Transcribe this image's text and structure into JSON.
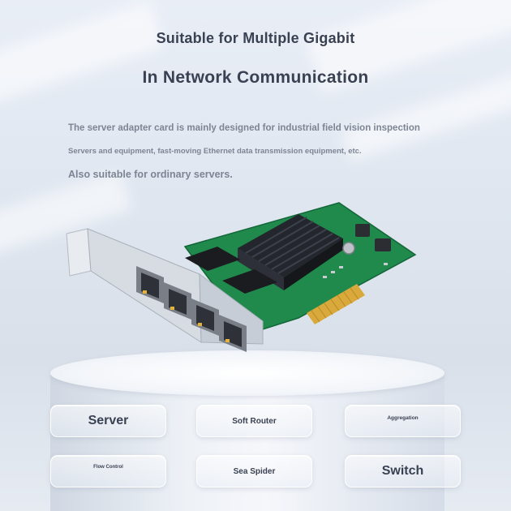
{
  "headline": {
    "line1": "Suitable for Multiple Gigabit",
    "line2": "In Network Communication"
  },
  "description": {
    "line1": "The server adapter card is mainly designed for industrial field vision inspection",
    "line2": "Servers and equipment, fast-moving Ethernet data transmission equipment, etc.",
    "line3": "Also suitable for ordinary servers."
  },
  "applications": [
    {
      "label": "Server"
    },
    {
      "label": "Soft Router"
    },
    {
      "label": "Aggregation"
    },
    {
      "label": "Flow Control"
    },
    {
      "label": "Sea Spider"
    },
    {
      "label": "Switch"
    }
  ],
  "colors": {
    "heading": "#3a4152",
    "body_text": "#7d8594",
    "pcb_green": "#1f8a4c",
    "heatsink": "#1c1e24",
    "gold_finger": "#d9a93c"
  },
  "icons": {
    "product": "network-card-illustration"
  }
}
